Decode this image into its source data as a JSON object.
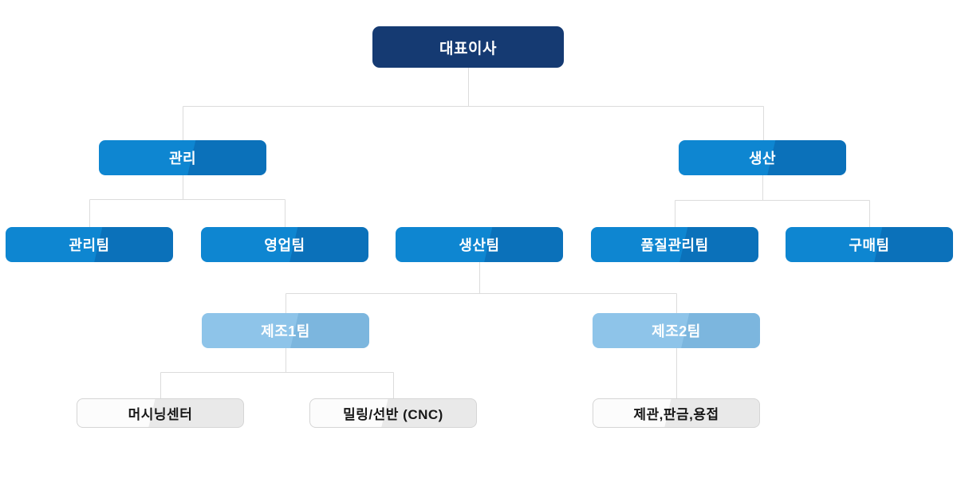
{
  "org": {
    "title": "organization-chart",
    "nodes": {
      "ceo": {
        "label": "대표이사",
        "level": 1
      },
      "management": {
        "label": "관리",
        "level": 2
      },
      "production": {
        "label": "생산",
        "level": 2
      },
      "management_team": {
        "label": "관리팀",
        "level": 3
      },
      "sales_team": {
        "label": "영업팀",
        "level": 3
      },
      "production_team": {
        "label": "생산팀",
        "level": 3
      },
      "quality_control_team": {
        "label": "품질관리팀",
        "level": 3
      },
      "purchasing_team": {
        "label": "구매팀",
        "level": 3
      },
      "manufacturing_team_1": {
        "label": "제조1팀",
        "level": 4
      },
      "manufacturing_team_2": {
        "label": "제조2팀",
        "level": 4
      },
      "machining_center": {
        "label": "머시닝센터",
        "level": 5
      },
      "milling_lathe_cnc": {
        "label": "밀링/선반 (CNC)",
        "level": 5
      },
      "sheetmetal_welding": {
        "label": "제관,판금,용접",
        "level": 5
      }
    },
    "hierarchy": {
      "ceo": [
        "management",
        "production"
      ],
      "management": [
        "management_team",
        "sales_team"
      ],
      "production": [
        "quality_control_team",
        "purchasing_team"
      ],
      "production_team": [
        "manufacturing_team_1",
        "manufacturing_team_2"
      ],
      "manufacturing_team_1": [
        "machining_center",
        "milling_lathe_cnc"
      ],
      "manufacturing_team_2": [
        "sheetmetal_welding"
      ]
    },
    "colors": {
      "level1_bg": "#153a72",
      "level23_bg_light": "#0e86d1",
      "level23_bg_dark": "#0b71ba",
      "level4_bg_light": "#8ec4e9",
      "level4_bg_dark": "#7cb6de",
      "level5_bg_light": "#fcfcfc",
      "level5_bg_dark": "#e9e9e9",
      "level5_border": "#d5d5d5",
      "text_on_color": "#ffffff",
      "text_on_gray": "#181818",
      "connector": "#dcdcdc"
    }
  }
}
